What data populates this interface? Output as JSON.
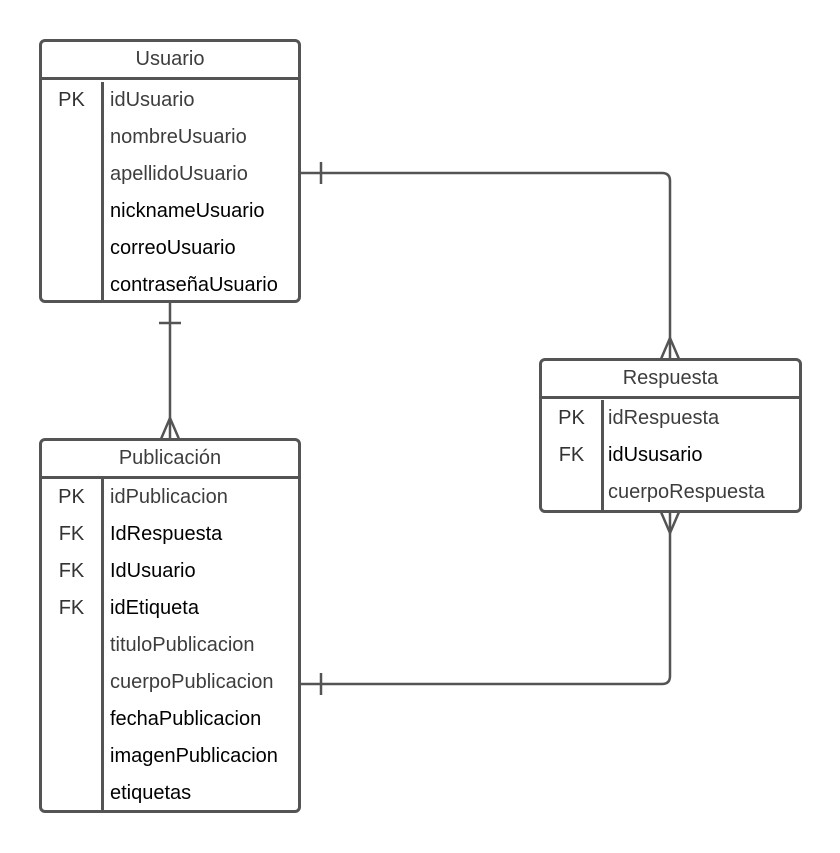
{
  "entities": {
    "usuario": {
      "title": "Usuario",
      "rows": [
        {
          "key": "PK",
          "field": "idUsuario"
        },
        {
          "key": "",
          "field": "nombreUsuario"
        },
        {
          "key": "",
          "field": "apellidoUsuario"
        },
        {
          "key": "",
          "field": "nicknameUsuario"
        },
        {
          "key": "",
          "field": "correoUsuario"
        },
        {
          "key": "",
          "field": "contraseñaUsuario"
        }
      ]
    },
    "publicacion": {
      "title": "Publicación",
      "rows": [
        {
          "key": "PK",
          "field": "idPublicacion"
        },
        {
          "key": "FK",
          "field": "IdRespuesta"
        },
        {
          "key": "FK",
          "field": "IdUsuario"
        },
        {
          "key": "FK",
          "field": "idEtiqueta"
        },
        {
          "key": "",
          "field": "tituloPublicacion"
        },
        {
          "key": "",
          "field": "cuerpoPublicacion"
        },
        {
          "key": "",
          "field": "fechaPublicacion"
        },
        {
          "key": "",
          "field": "imagenPublicacion"
        },
        {
          "key": "",
          "field": "etiquetas"
        }
      ]
    },
    "respuesta": {
      "title": "Respuesta",
      "rows": [
        {
          "key": "PK",
          "field": "idRespuesta"
        },
        {
          "key": "FK",
          "field": "idUsusario"
        },
        {
          "key": "",
          "field": "cuerpoRespuesta"
        }
      ]
    }
  },
  "relationships": [
    {
      "from": "usuario",
      "to": "respuesta",
      "from_cardinality": "one",
      "to_cardinality": "many"
    },
    {
      "from": "usuario",
      "to": "publicacion",
      "from_cardinality": "one",
      "to_cardinality": "many"
    },
    {
      "from": "publicacion",
      "to": "respuesta",
      "from_cardinality": "one",
      "to_cardinality": "many"
    }
  ],
  "colors": {
    "line": "#545454",
    "text": "#3d3d3d"
  }
}
